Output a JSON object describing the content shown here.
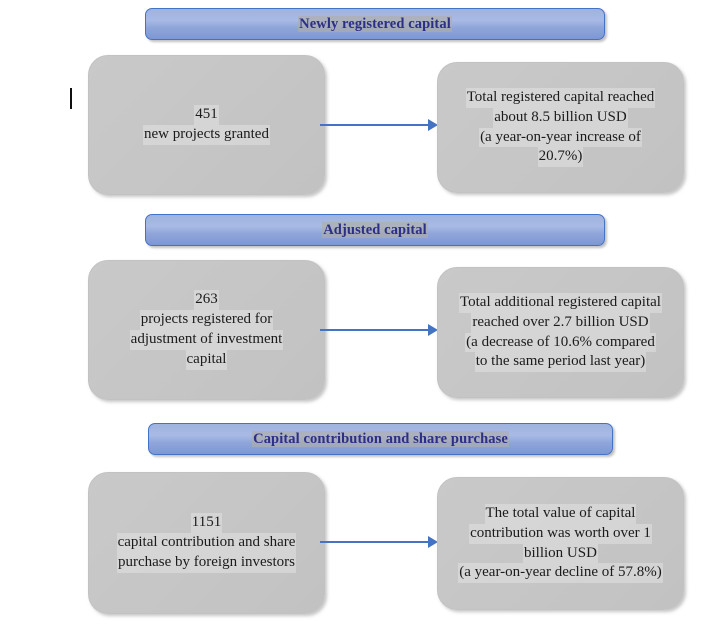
{
  "page": {
    "title": "Foreign investment capital flow diagram",
    "background_color": "#ffffff",
    "accent_color": "#4472c4",
    "banner_text_color": "#2c2f86",
    "box_fill_color": "#c6c6c6"
  },
  "sections": [
    {
      "banner_label": "Newly registered capital",
      "left_box": {
        "value": "451",
        "lines": [
          "new projects granted"
        ]
      },
      "arrow_label": "arrow-right",
      "right_box": {
        "lines": [
          "Total registered capital reached",
          "about 8.5 billion USD",
          "(a year-on-year increase of",
          "20.7%)"
        ]
      }
    },
    {
      "banner_label": "Adjusted capital",
      "left_box": {
        "value": "263",
        "lines": [
          "projects registered for",
          "adjustment of investment",
          "capital"
        ]
      },
      "arrow_label": "arrow-right",
      "right_box": {
        "lines": [
          "Total additional registered capital",
          "reached over 2.7 billion USD",
          "(a decrease of 10.6% compared",
          "to the same period last year)"
        ]
      }
    },
    {
      "banner_label": "Capital contribution and share purchase",
      "left_box": {
        "value": "1151",
        "lines": [
          "capital contribution and share",
          "purchase by foreign investors"
        ]
      },
      "arrow_label": "arrow-right",
      "right_box": {
        "lines": [
          "The total value of capital",
          "contribution was worth over 1",
          "billion USD",
          "(a year-on-year decline of 57.8%)"
        ]
      }
    }
  ]
}
